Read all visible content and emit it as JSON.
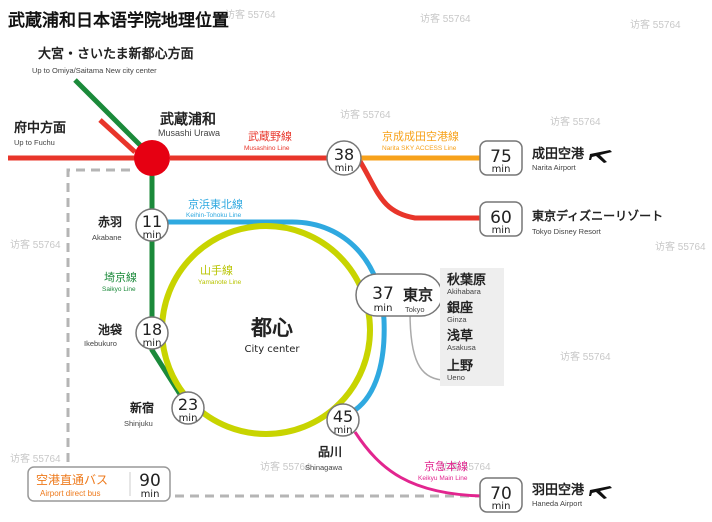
{
  "title": "武蔵浦和日本语学院地理位置",
  "watermark": "访客 55764",
  "units": {
    "min": "min"
  },
  "colors": {
    "saikyo": "#1b8a3a",
    "musashino": "#e8352a",
    "narita_sky_access": "#f7a21b",
    "keihin_tohoku": "#2fa9e0",
    "yamanote": "#c8d400",
    "keikyu": "#e2258f",
    "bus": "#b5b5b5",
    "station": "#e60012"
  },
  "origin": {
    "name": "武蔵浦和",
    "en": "Musashi Urawa"
  },
  "directions": {
    "omiya": {
      "name": "大宮・さいたま新都心方面",
      "en": "Up to Omiya/Saitama New city center"
    },
    "fuchu": {
      "name": "府中方面",
      "en": "Up to Fuchu"
    }
  },
  "lines": {
    "musashino": {
      "name": "武蔵野線",
      "en": "Musashino Line"
    },
    "narita": {
      "name": "京成成田空港線",
      "en": "Narita SKY ACCESS Line"
    },
    "keihin": {
      "name": "京浜東北線",
      "en": "Keihin-Tohoku Line"
    },
    "yamanote": {
      "name": "山手線",
      "en": "Yamanote Line"
    },
    "saikyo": {
      "name": "埼京線",
      "en": "Saikyo Line"
    },
    "keikyu": {
      "name": "京急本線",
      "en": "Keikyu Main Line"
    }
  },
  "stations": {
    "musashino38": {
      "time": "38"
    },
    "akabane": {
      "name": "赤羽",
      "en": "Akabane",
      "time": "11"
    },
    "ikebukuro": {
      "name": "池袋",
      "en": "Ikebukuro",
      "time": "18"
    },
    "shinjuku": {
      "name": "新宿",
      "en": "Shinjuku",
      "time": "23"
    },
    "shinagawa": {
      "name": "品川",
      "en": "Shinagawa",
      "time": "45"
    },
    "tokyo": {
      "name": "東京",
      "en": "Tokyo",
      "time": "37"
    }
  },
  "tokyo_group": [
    {
      "name": "秋葉原",
      "en": "Akihabara"
    },
    {
      "name": "銀座",
      "en": "Ginza"
    },
    {
      "name": "浅草",
      "en": "Asakusa"
    },
    {
      "name": "上野",
      "en": "Ueno"
    }
  ],
  "center": {
    "name": "都心",
    "en": "City center"
  },
  "destinations": {
    "narita": {
      "name": "成田空港",
      "en": "Narita Airport",
      "time": "75"
    },
    "disney": {
      "name": "東京ディズニーリゾート",
      "en": "Tokyo Disney Resort",
      "time": "60"
    },
    "haneda": {
      "name": "羽田空港",
      "en": "Haneda Airport",
      "time": "70"
    }
  },
  "bus": {
    "name": "空港直通バス",
    "en": "Airport direct bus",
    "time": "90"
  }
}
